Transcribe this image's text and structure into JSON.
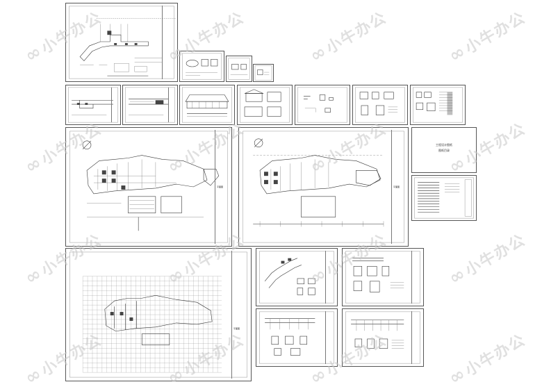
{
  "watermark": {
    "text": "小牛办公",
    "icon": "double-swirl-logo-icon"
  },
  "sheets": {
    "plan_a_label": "平面图",
    "plan_b_label": "平面图",
    "grid_label": "平面图",
    "cover_title": "工程设计图纸",
    "cover_subtitle": "图纸目录"
  },
  "colors": {
    "line": "#333333",
    "sheet_border": "#555555",
    "watermark": "#c8c8c8"
  }
}
